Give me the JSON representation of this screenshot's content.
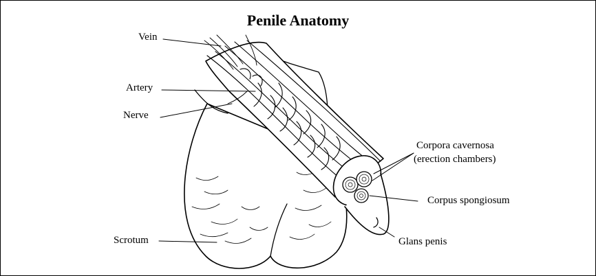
{
  "title": "Penile Anatomy",
  "labels": {
    "vein": "Vein",
    "artery": "Artery",
    "nerve": "Nerve",
    "scrotum": "Scrotum",
    "corpora_cavernosa": "Corpora cavernosa",
    "corpora_cavernosa_note": "(erection chambers)",
    "corpus_spongiosum": "Corpus spongiosum",
    "glans_penis": "Glans penis"
  }
}
